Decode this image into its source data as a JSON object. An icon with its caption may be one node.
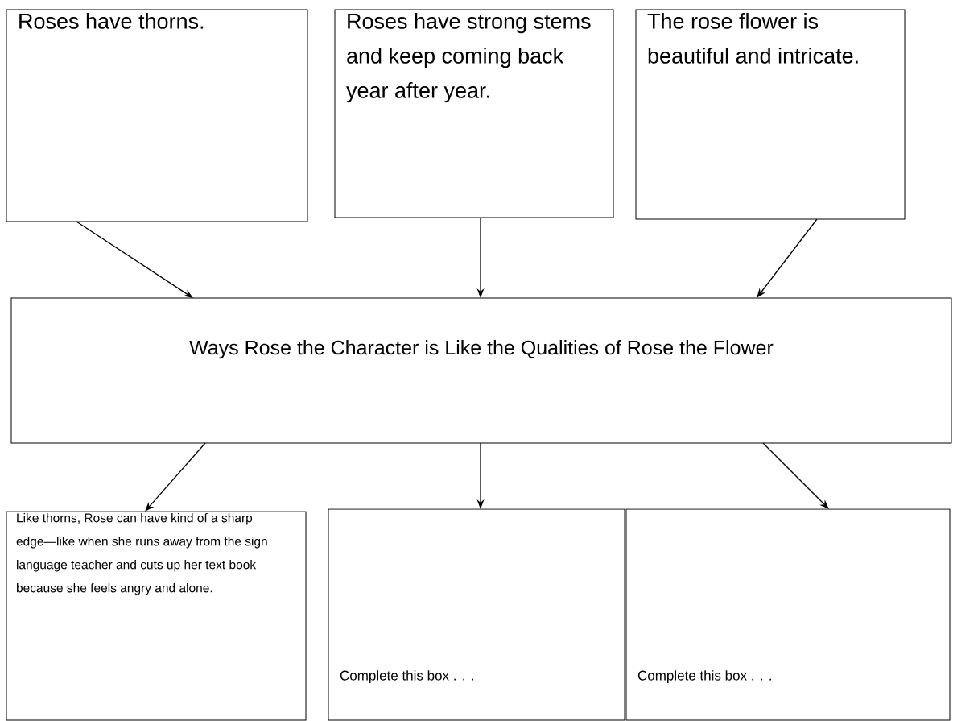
{
  "diagram": {
    "nodes": [
      {
        "text": [
          "Roses have thorns."
        ]
      },
      {
        "text": [
          "Roses have strong stems and keep coming back year after year."
        ]
      },
      {
        "text": [
          "The rose flower is beautiful and intricate."
        ]
      },
      {
        "text": [
          "Ways Rose the Character is Like the Qualities of Rose the Flower"
        ]
      },
      {
        "text": [
          "Like thorns, Rose can have kind of a sharp edge—like when she runs away from the sign language teacher and cuts up her text book because she feels angry and alone."
        ]
      },
      {
        "text": [
          "Complete this box . . ."
        ]
      },
      {
        "text": [
          "Complete this box . . ."
        ]
      }
    ],
    "edges": [
      {
        "from": 0,
        "to": 3,
        "arrow": "to"
      },
      {
        "from": 1,
        "to": 3,
        "arrow": "to"
      },
      {
        "from": 2,
        "to": 3,
        "arrow": "to"
      },
      {
        "from": 3,
        "to": 4,
        "arrow": "to"
      },
      {
        "from": 3,
        "to": 5,
        "arrow": "to"
      },
      {
        "from": 3,
        "to": 6,
        "arrow": "to"
      }
    ]
  }
}
